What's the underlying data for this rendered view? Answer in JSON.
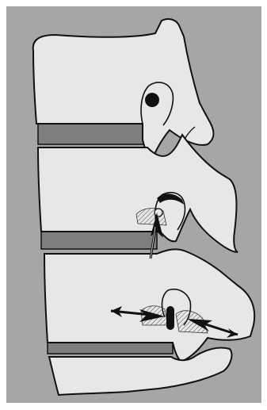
{
  "figure": {
    "kind": "lateral spine illustration",
    "colors": {
      "background": "#a6a6a6",
      "bone": "#e7e7e7",
      "disc": "#7e7e7e",
      "outline": "#111111",
      "nerve": "#111111",
      "hatching": "#555555",
      "page": "#ffffff"
    },
    "vertebrae": [
      {
        "level": "upper",
        "foramen_state": "open"
      },
      {
        "level": "middle",
        "foramen_state": "narrowed-from-below"
      },
      {
        "level": "lower",
        "foramen_state": "compressed-both-sides"
      }
    ],
    "arrows": [
      {
        "direction": "up",
        "level": "middle"
      },
      {
        "direction": "right",
        "level": "lower"
      },
      {
        "direction": "left",
        "level": "lower"
      }
    ],
    "icons": [
      "nerve-root-icon",
      "arrow-up-icon",
      "arrow-right-icon",
      "arrow-left-icon"
    ]
  }
}
